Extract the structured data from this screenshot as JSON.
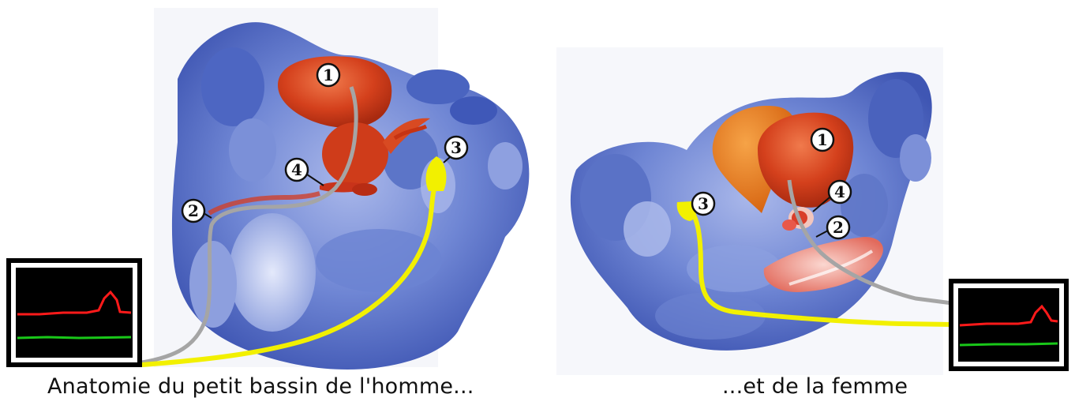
{
  "captions": {
    "male": "Anatomie du petit bassin de l'homme...",
    "female": "...et de la femme"
  },
  "markers": {
    "bladder": "1",
    "urethral_catheter": "2",
    "rectal_catheter": "3",
    "sphincter": "4"
  },
  "colors": {
    "tissue_blue": "#5a74c8",
    "organ_red": "#d8401e",
    "uterus_orange": "#e3781a",
    "catheter_gray": "#a0a0a0",
    "catheter_yellow": "#f2f000",
    "trace_red": "#ff1a1a",
    "trace_green": "#19c719"
  }
}
